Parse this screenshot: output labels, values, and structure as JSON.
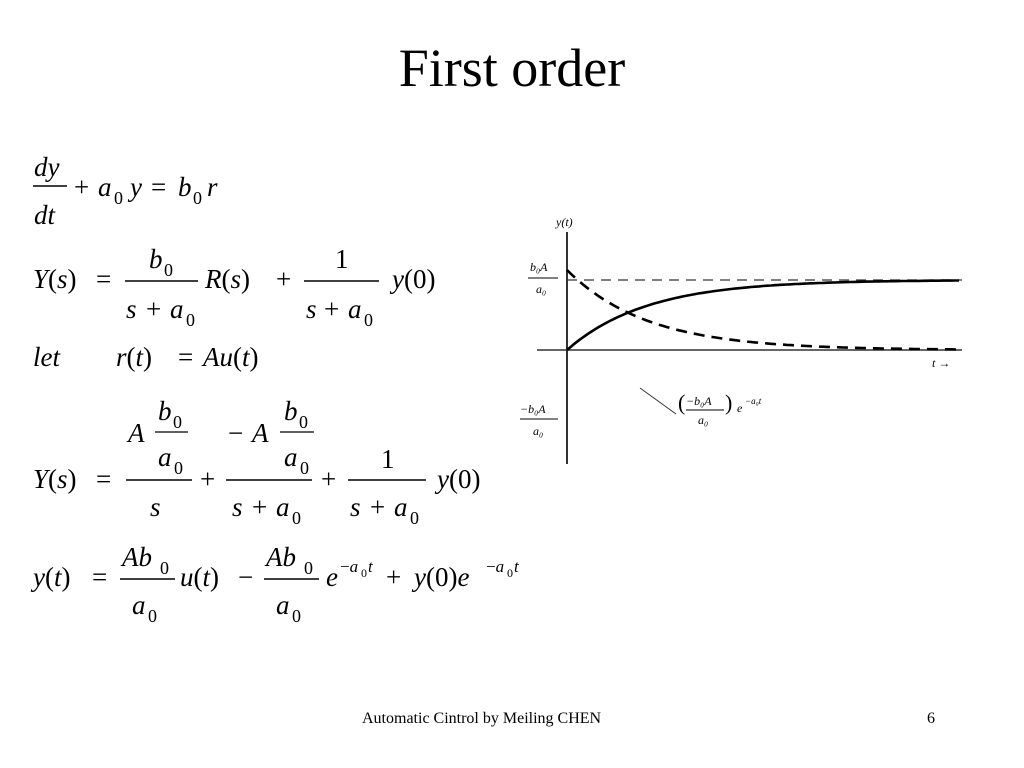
{
  "slide": {
    "title": "First order",
    "footer_credit": "Automatic Cintrol by Meiling CHEN",
    "page_number": "6"
  },
  "equations": {
    "ode": "dy/dt + a0 y = b0 r",
    "laplace": "Y(s) = b0/(s+a0) R(s) + 1/(s+a0) y(0)",
    "input": "let r(t) = Au(t)",
    "partial_fractions": "Y(s) = (A b0/a0)/s + (−A b0/a0)/(s+a0) + 1/(s+a0) y(0)",
    "time_response": "y(t) = (Ab0/a0) u(t) − (Ab0/a0) e^(−a0 t) + y(0) e^(−a0 t)",
    "let_word": "let",
    "symbols": {
      "y": "y",
      "t": "t",
      "s": "s",
      "d": "d",
      "r": "r",
      "Y": "Y",
      "R": "R",
      "A": "A",
      "u": "u",
      "e": "e",
      "a": "a",
      "b": "b",
      "sub0": "0",
      "one": "1",
      "plus": "+",
      "minus": "−",
      "eq": "=",
      "lp": "(",
      "rp": ")"
    }
  },
  "figure": {
    "y_axis_label": "y(t)",
    "t_axis_label": "t →",
    "upper_level_numerator": "b₀A",
    "upper_level_denominator": "a₀",
    "lower_level_numerator": "−b₀A",
    "lower_level_denominator": "a₀",
    "annotation_numerator": "−b₀A",
    "annotation_denominator": "a₀",
    "annotation_exp_base": "e",
    "annotation_exp_power": "−a₀t",
    "curve_color": "#000000",
    "asymptote_color": "#333333"
  }
}
